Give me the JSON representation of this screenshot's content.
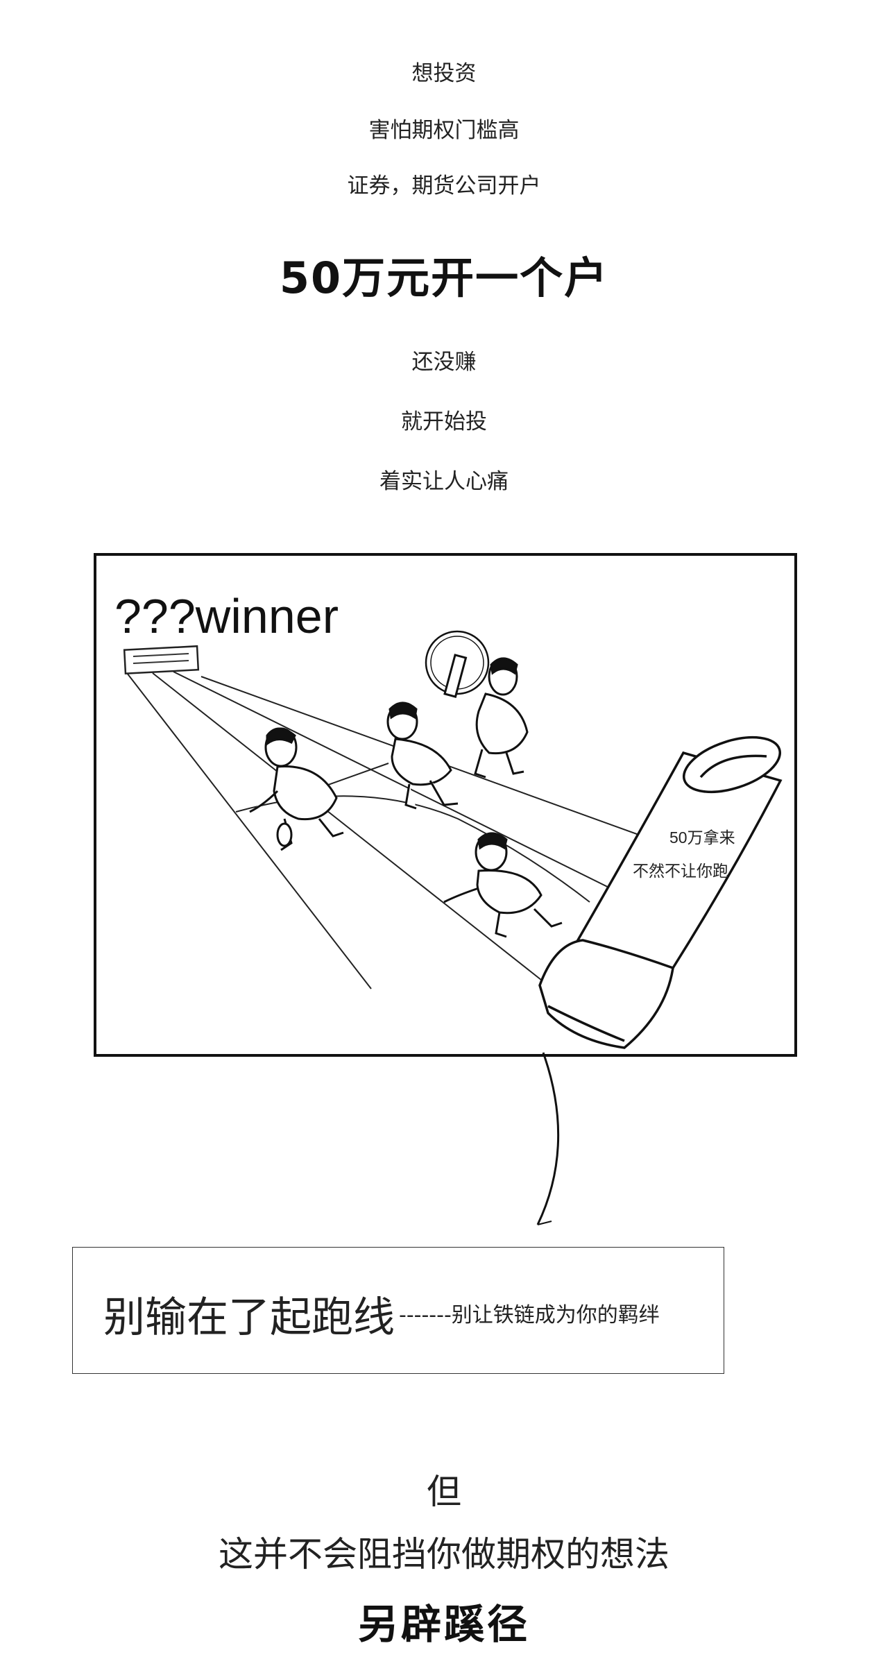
{
  "intro": {
    "line1": "想投资",
    "line2": "害怕期权门槛高",
    "line3": "证券，期货公司开户"
  },
  "headline": "50万元开一个户",
  "pain": {
    "line1": "还没赚",
    "line2": "就开始投",
    "line3": "着实让人心痛"
  },
  "comic": {
    "finish_label": "???winner",
    "demand_line1": "50万拿来",
    "demand_line2": "不然不让你跑"
  },
  "callout": {
    "main": "别输在了起跑线",
    "sub": "-------别让铁链成为你的羁绊"
  },
  "outro": {
    "but": "但",
    "statement": "这并不会阻挡你做期权的想法",
    "final": "另辟蹊径"
  }
}
